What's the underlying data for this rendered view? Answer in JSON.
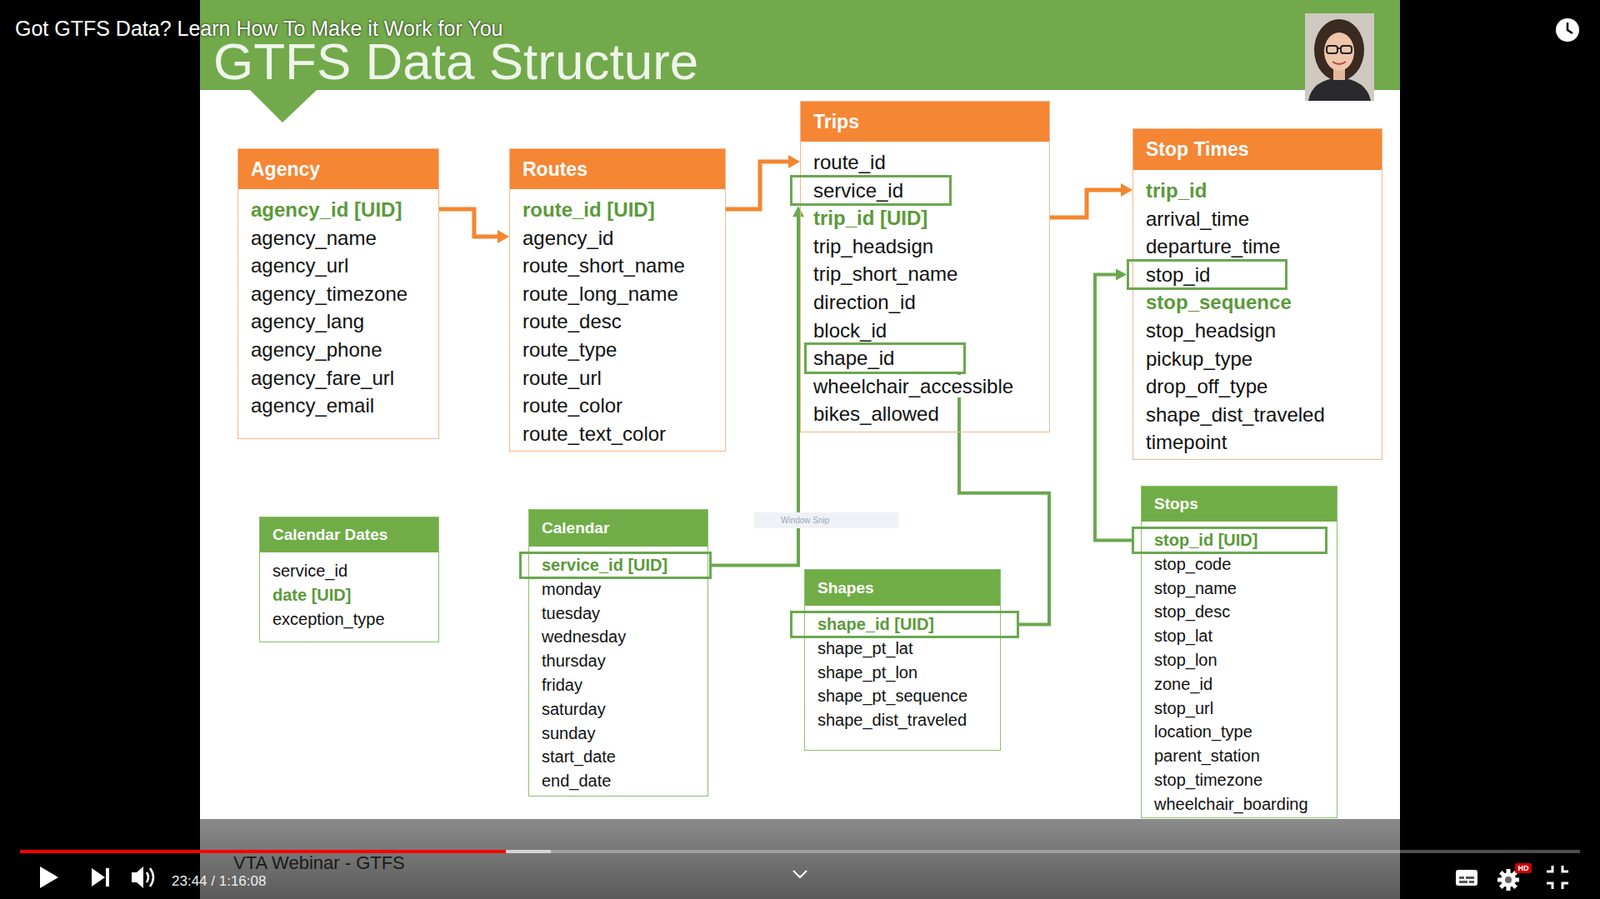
{
  "diagram": {
    "title": "GTFS Data Structure",
    "nodes": [
      {
        "text": [
          "Agency",
          "agency_id [UID]",
          "agency_name",
          "agency_url",
          "agency_timezone",
          "agency_lang",
          "agency_phone",
          "agency_fare_url",
          "agency_email"
        ]
      },
      {
        "text": [
          "Routes",
          "route_id [UID]",
          "agency_id",
          "route_short_name",
          "route_long_name",
          "route_desc",
          "route_type",
          "route_url",
          "route_color",
          "route_text_color"
        ]
      },
      {
        "text": [
          "Trips",
          "route_id",
          "trip_id [UID]",
          "trip_headsign",
          "trip_short_name",
          "direction_id",
          "block_id",
          "wheelchair_accessible",
          "bikes_allowed"
        ]
      },
      {
        "text": [
          "service_id"
        ],
        "in": 2
      },
      {
        "text": [
          "shape_id"
        ],
        "in": 2
      },
      {
        "text": [
          "Stop Times",
          "trip_id",
          "arrival_time",
          "departure_time",
          "stop_sequence",
          "stop_headsign",
          "pickup_type",
          "drop_off_type",
          "shape_dist_traveled",
          "timepoint"
        ]
      },
      {
        "text": [
          "stop_id"
        ],
        "in": 5
      },
      {
        "text": [
          "Calendar Dates",
          "service_id",
          "date [UID]",
          "exception_type"
        ]
      },
      {
        "text": [
          "Calendar",
          "monday",
          "tuesday",
          "wednesday",
          "thursday",
          "friday",
          "saturday",
          "sunday",
          "start_date",
          "end_date"
        ]
      },
      {
        "text": [
          "service_id [UID]"
        ],
        "in": 8
      },
      {
        "text": [
          "Shapes",
          "shape_pt_lat",
          "shape_pt_lon",
          "shape_pt_sequence",
          "shape_dist_traveled"
        ]
      },
      {
        "text": [
          "shape_id [UID]"
        ],
        "in": 10
      },
      {
        "text": [
          "Stops",
          "stop_code",
          "stop_name",
          "stop_desc",
          "stop_lat",
          "stop_lon",
          "zone_id",
          "stop_url",
          "location_type",
          "parent_station",
          "stop_timezone",
          "wheelchair_boarding"
        ]
      },
      {
        "text": [
          "stop_id [UID]"
        ],
        "in": 12
      }
    ],
    "edges": [
      {
        "from": 0,
        "to": 1,
        "arrow": "to"
      },
      {
        "from": 1,
        "to": 2,
        "arrow": "to"
      },
      {
        "from": 2,
        "to": 5,
        "arrow": "to"
      },
      {
        "from": 9,
        "to": 3,
        "arrow": "to"
      },
      {
        "from": 11,
        "to": 4,
        "arrow": "none"
      },
      {
        "from": 13,
        "to": 6,
        "arrow": "to"
      }
    ],
    "labels": [
      "Got GTFS Data? Learn How To Make it Work for You",
      "Window Snip",
      "VTA Webinar - GTFS",
      "23:44 / 1:16:08",
      "HD"
    ]
  }
}
